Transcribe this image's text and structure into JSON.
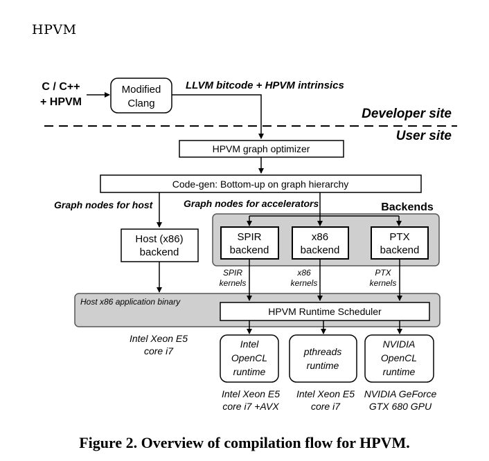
{
  "header": "HPVM",
  "caption": "Figure 2. Overview of compilation flow for HPVM.",
  "inputs": {
    "line1": "C / C++",
    "line2": "+  HPVM"
  },
  "clang": {
    "line1": "Modified",
    "line2": "Clang"
  },
  "bitcode_label": "LLVM bitcode + HPVM intrinsics",
  "developer_site": "Developer site",
  "user_site": "User site",
  "graph_optimizer": "HPVM graph optimizer",
  "codegen": "Code-gen: Bottom-up on graph hierarchy",
  "graph_nodes_host": "Graph nodes for host",
  "graph_nodes_accel": "Graph nodes for accelerators",
  "backends_title": "Backends",
  "host_backend": {
    "line1": "Host (x86)",
    "line2": "backend"
  },
  "spir_backend": {
    "line1": "SPIR",
    "line2": "backend"
  },
  "x86_backend": {
    "line1": "x86",
    "line2": "backend"
  },
  "ptx_backend": {
    "line1": "PTX",
    "line2": "backend"
  },
  "spir_kernels": {
    "line1": "SPIR",
    "line2": "kernels"
  },
  "x86_kernels": {
    "line1": "x86",
    "line2": "kernels"
  },
  "ptx_kernels": {
    "line1": "PTX",
    "line2": "kernels"
  },
  "host_binary": "Host x86 application binary",
  "runtime_scheduler": "HPVM Runtime Scheduler",
  "host_hw": {
    "line1": "Intel Xeon E5",
    "line2": "core i7"
  },
  "runtimes": [
    {
      "line1": "Intel",
      "line2": "OpenCL",
      "line3": "runtime"
    },
    {
      "line1": "pthreads",
      "line2": "runtime"
    },
    {
      "line1": "NVIDIA",
      "line2": "OpenCL",
      "line3": "runtime"
    }
  ],
  "hardware": [
    {
      "line1": "Intel Xeon E5",
      "line2": "core i7 +AVX"
    },
    {
      "line1": "Intel Xeon E5",
      "line2": "core i7"
    },
    {
      "line1": "NVIDIA GeForce",
      "line2": "GTX 680 GPU"
    }
  ]
}
